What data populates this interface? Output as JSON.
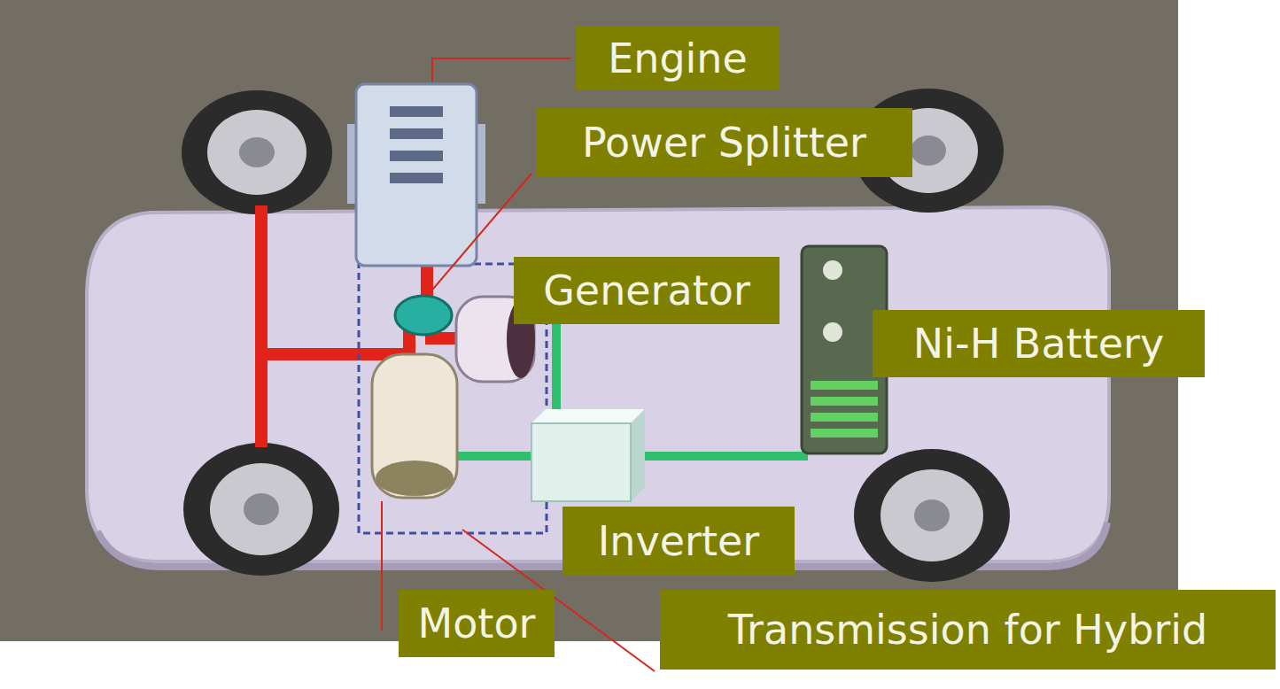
{
  "diagram": {
    "nodes": [
      {
        "text": [
          "Engine"
        ]
      },
      {
        "text": [
          "Power Splitter"
        ]
      },
      {
        "text": [
          "Generator"
        ]
      },
      {
        "text": [
          "Ni-H Battery"
        ]
      },
      {
        "text": [
          "Inverter"
        ]
      },
      {
        "text": [
          "Motor"
        ]
      },
      {
        "text": [
          "Transmission for Hybrid"
        ]
      }
    ]
  }
}
